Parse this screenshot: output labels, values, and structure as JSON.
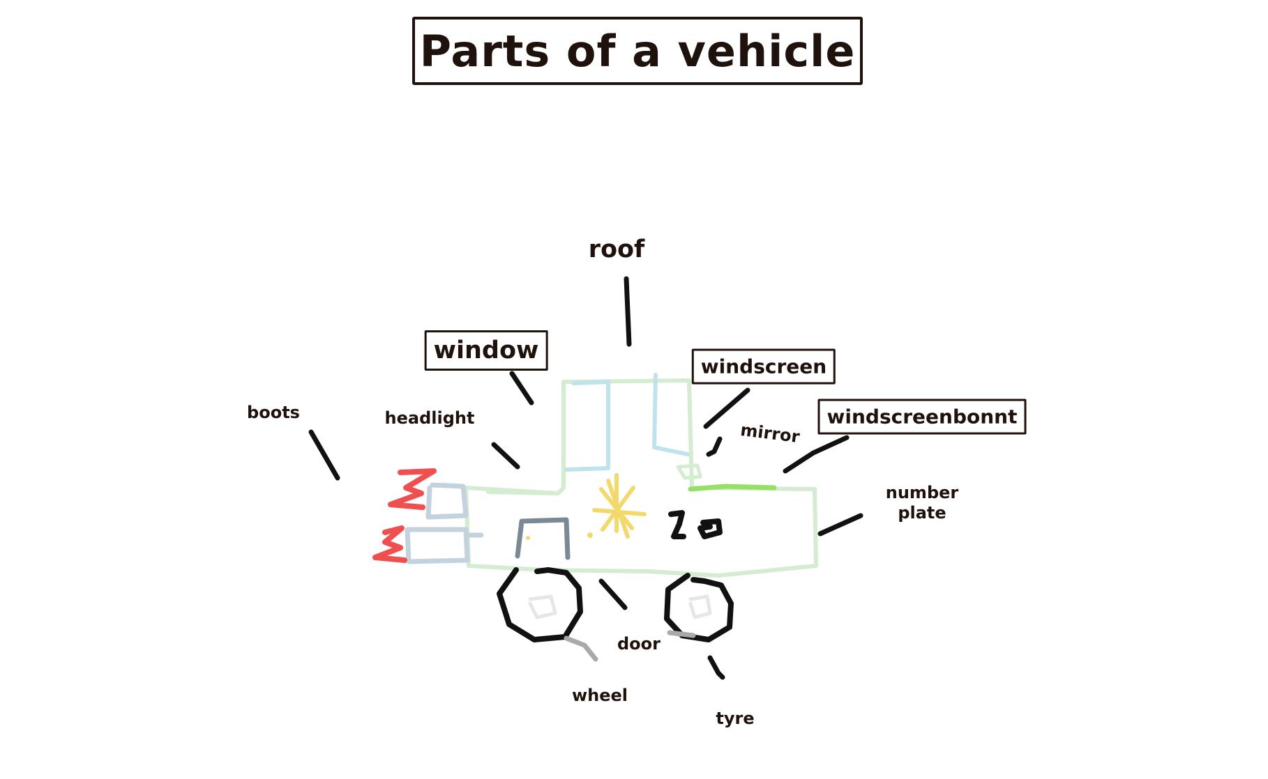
{
  "title": "Parts of a vehicle",
  "labels": {
    "roof": "roof",
    "window": "window",
    "windscreen": "windscreen",
    "windscreenbonnt": "windscreenbonnt",
    "mirror": "mirror",
    "boots": "boots",
    "headlight": "headlight",
    "number_plate_line1": "number",
    "number_plate_line2": "plate",
    "door": "door",
    "wheel": "wheel",
    "tyre": "tyre"
  },
  "colors": {
    "ink": "#1f120d",
    "body_outline": "#d4ecd0",
    "window_frame": "#bfe3ec",
    "exhaust_flames": "#ef4f4f",
    "rear_lights": "#c3d2dd",
    "door_handle": "#7b8896",
    "headlight_sparkle": "#f3d96b",
    "bonnet_accent": "#97e066",
    "wheel_hub": "#ececec"
  }
}
